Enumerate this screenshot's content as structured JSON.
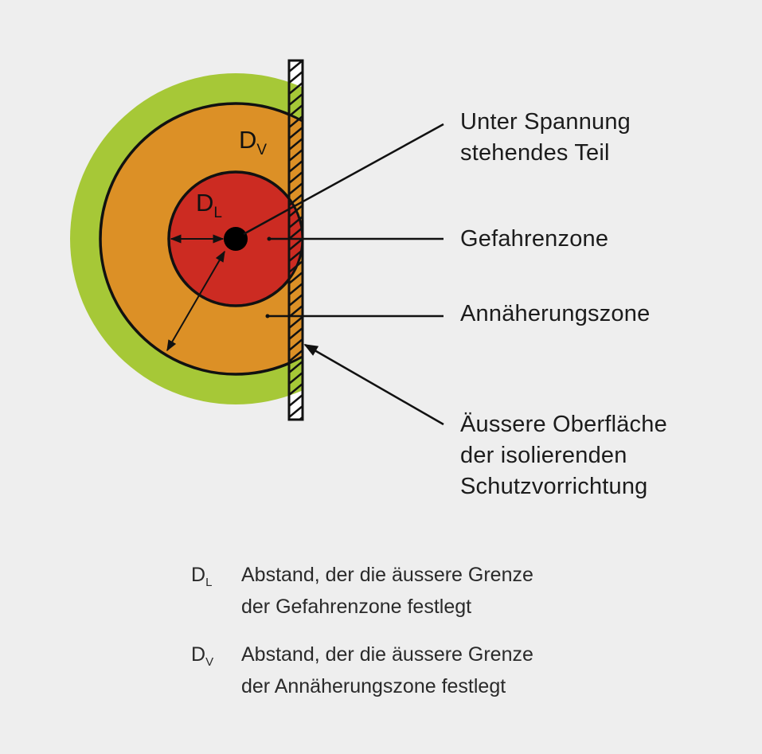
{
  "diagram": {
    "colors": {
      "background": "#eeeeee",
      "approach_zone": "#a6c837",
      "proximity_zone": "#dc9026",
      "danger_zone": "#cc2b22",
      "outline": "#111111"
    },
    "symbols": {
      "dv": {
        "main": "D",
        "sub": "V"
      },
      "dl": {
        "main": "D",
        "sub": "L"
      }
    },
    "callouts": [
      {
        "id": "live-part",
        "lines": [
          "Unter Spannung",
          "stehendes Teil"
        ]
      },
      {
        "id": "danger-zone",
        "lines": [
          "Gefahrenzone"
        ]
      },
      {
        "id": "proximity-zone",
        "lines": [
          "Annäherungszone"
        ]
      },
      {
        "id": "insulating-surface",
        "lines": [
          "Äussere Oberfläche",
          "der isolierenden",
          "Schutzvorrichtung"
        ]
      }
    ]
  },
  "legend": [
    {
      "symbol": "D",
      "sub": "L",
      "lines": [
        "Abstand, der die äussere Grenze",
        "der Gefahrenzone festlegt"
      ]
    },
    {
      "symbol": "D",
      "sub": "V",
      "lines": [
        "Abstand, der die äussere Grenze",
        "der Annäherungszone festlegt"
      ]
    }
  ]
}
